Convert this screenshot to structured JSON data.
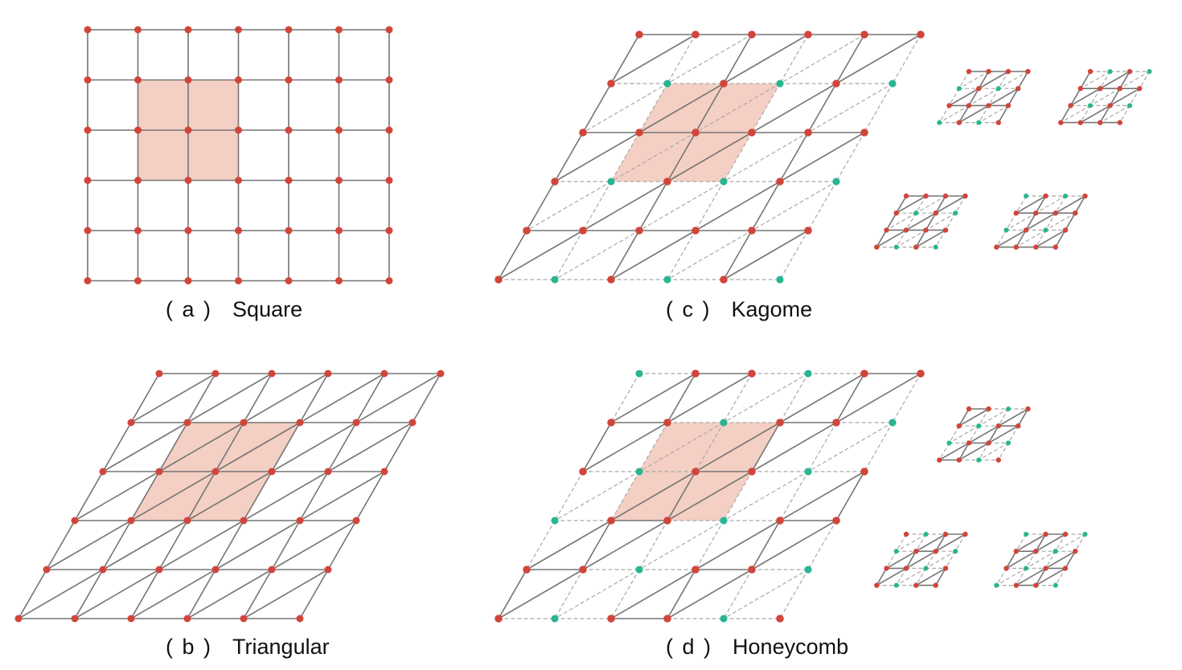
{
  "colors": {
    "edge": "#757575",
    "dashed": "#a8a8a8",
    "site_red": "#d1453b",
    "site_teal": "#27b592",
    "cell_fill": "#f4cfc3"
  },
  "panels": [
    {
      "id": "a",
      "label": "( a )",
      "name": "Square"
    },
    {
      "id": "b",
      "label": "( b )",
      "name": "Triangular"
    },
    {
      "id": "c",
      "label": "( c )",
      "name": "Kagome"
    },
    {
      "id": "d",
      "label": "( d )",
      "name": "Honeycomb"
    }
  ]
}
